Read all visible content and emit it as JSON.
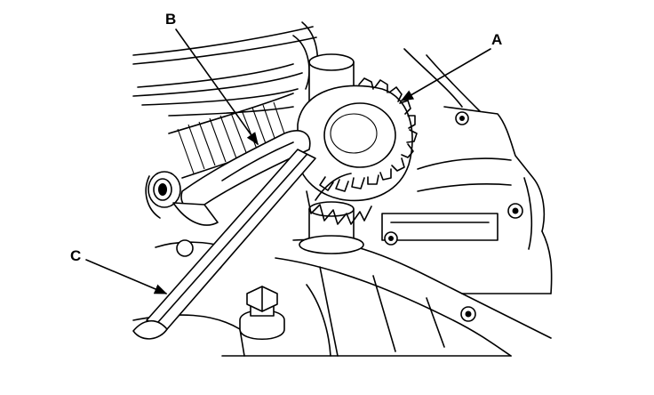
{
  "figure": {
    "callouts": [
      {
        "id": "A",
        "label": "A"
      },
      {
        "id": "B",
        "label": "B"
      },
      {
        "id": "C",
        "label": "C"
      }
    ]
  }
}
